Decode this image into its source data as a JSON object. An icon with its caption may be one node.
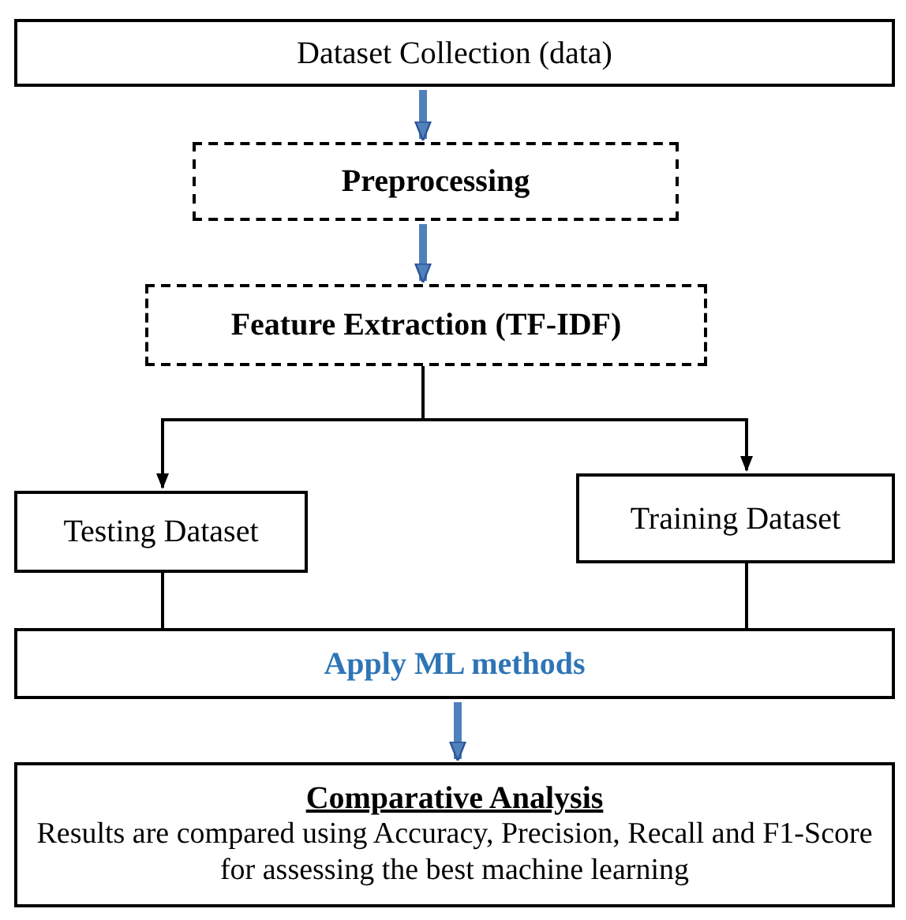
{
  "diagram": {
    "nodes": [
      {
        "text": [
          "Dataset Collection (data)"
        ]
      },
      {
        "text": [
          "Preprocessing"
        ]
      },
      {
        "text": [
          "Feature Extraction (TF-IDF)"
        ]
      },
      {
        "text": [
          "Testing Dataset"
        ]
      },
      {
        "text": [
          "Training Dataset"
        ]
      },
      {
        "text": [
          "Apply ML methods"
        ]
      },
      {
        "text": [
          "Comparative Analysis",
          "Results are compared using Accuracy, Precision, Recall and F1-Score for assessing the best machine learning"
        ]
      }
    ],
    "edges": [
      {
        "from": 0,
        "to": 1,
        "arrow": "to",
        "style": "thick",
        "color": "#4f81bd"
      },
      {
        "from": 1,
        "to": 2,
        "arrow": "to",
        "style": "thick",
        "color": "#4f81bd"
      },
      {
        "from": 2,
        "to": 3,
        "arrow": "to"
      },
      {
        "from": 2,
        "to": 4,
        "arrow": "to"
      },
      {
        "from": 3,
        "to": 5,
        "arrow": "none"
      },
      {
        "from": 4,
        "to": 5,
        "arrow": "none"
      },
      {
        "from": 5,
        "to": 6,
        "arrow": "to",
        "style": "thick",
        "color": "#4f81bd"
      }
    ]
  }
}
